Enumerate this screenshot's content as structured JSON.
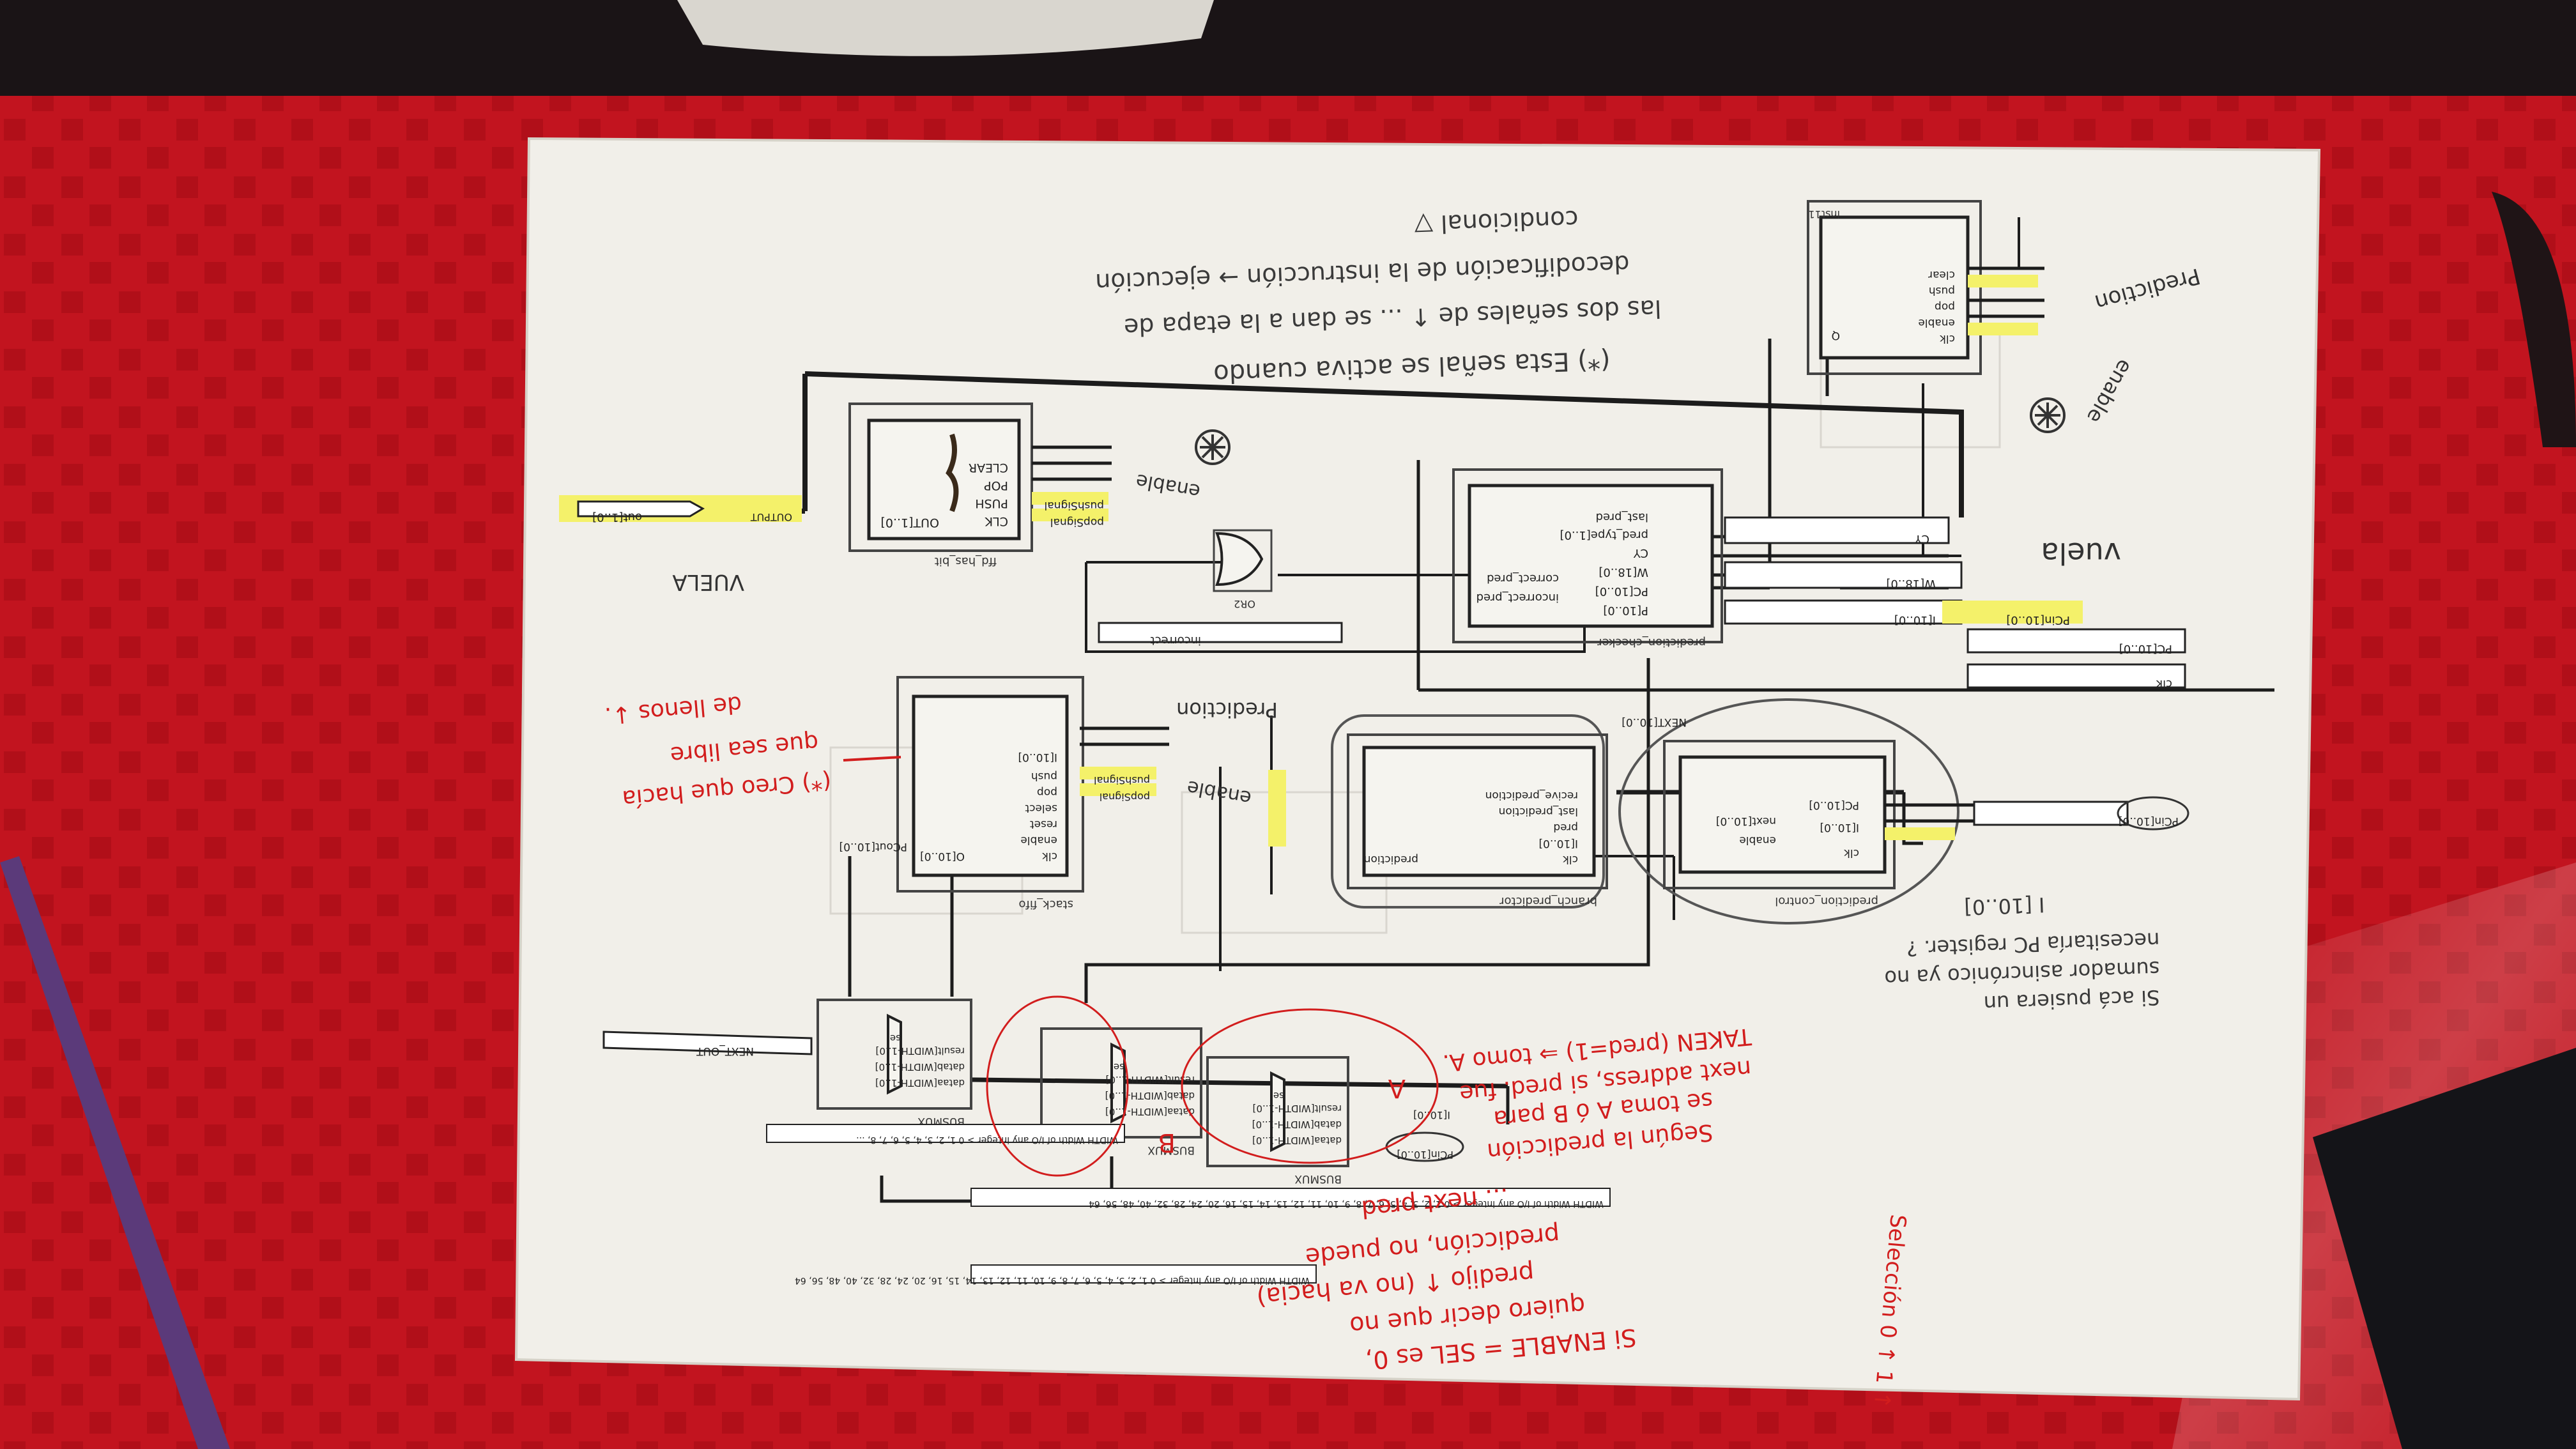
{
  "colors": {
    "tablecloth": "#c2141f",
    "tablecloth_dark": "#8e0a12",
    "paper": "#f1efe9",
    "wire": "#1c1c1c",
    "block_border": "#444444",
    "highlight": "#f4f16a",
    "red_ink": "#d21d1d",
    "pencil": "#3a3a3a"
  },
  "blocks": {
    "flip_flop": {
      "name": "ffd_has_bit",
      "ports": [
        "CLK",
        "PUSH",
        "POP",
        "CLEAR",
        "OUT[1..0]"
      ]
    },
    "prediction_checker": {
      "name": "prediction_checker",
      "ports": [
        "P[10..0]",
        "PC[10..0]",
        "W[18..0]",
        "CY",
        "pred_type[1..0]",
        "last_pred",
        "incorrect_pred",
        "correct_pred"
      ]
    },
    "branch_predictor": {
      "name": "branch_predictor",
      "ports": [
        "clk",
        "I[10..0]",
        "pred",
        "last_prediction",
        "recive_prediction",
        "prediction"
      ]
    },
    "stack_fifo": {
      "name": "stack_fifo",
      "ports": [
        "clk",
        "enable",
        "reset",
        "select",
        "pop",
        "push",
        "I[10..0]",
        "O[10..0]"
      ]
    },
    "prediction_control": {
      "name": "prediction_control",
      "ports": [
        "clk",
        "I[10..0]",
        "PC[10..0]",
        "enable",
        "next[10..0]"
      ]
    },
    "top_right": {
      "name": "inst11",
      "ports": [
        "clk",
        "enable",
        "pop",
        "push",
        "clear",
        "Q"
      ]
    },
    "or_gate": {
      "name": "OR2"
    }
  },
  "busmux": [
    {
      "name": "BUSMUX",
      "ports": [
        "dataa[WIDTH-1..0]",
        "datab[WIDTH-1..0]",
        "result[WIDTH-1..0]",
        "sel"
      ]
    },
    {
      "name": "BUSMUX",
      "ports": [
        "dataa[WIDTH-1..0]",
        "datab[WIDTH-1..0]",
        "result[WIDTH-1..0]",
        "sel"
      ]
    },
    {
      "name": "BUSMUX",
      "ports": [
        "dataa[WIDTH-1..0]",
        "datab[WIDTH-1..0]",
        "result[WIDTH-1..0]",
        "sel"
      ]
    }
  ],
  "params": [
    "WIDTH  Width of I/O  any integer > 0  1, 2, 3, 4, 5, 6, 7, 8, ...",
    "WIDTH  Width of I/O  any integer > 0  1, 2, 3, 4, 5, 6, 7, 8, 9, 10, 11, 12, 13, 14, 15, 16, 20, 24, 28, 32, 40, 48, 56, 64",
    "WIDTH  Width of I/O  any integer > 0  1, 2, 3, 4, 5, 6, 7, 8, 9, 10, 11, 12, 13, 14, 15, 16, 20, 24, 28, 32, 40, 48, 56, 64"
  ],
  "pins": {
    "output_top": "out[1..0]",
    "output_next": "NEXT_OUT",
    "input_pcin": "PCin[10..0]",
    "input_i": "I[10..0]",
    "input_w": "W[18..0]",
    "input_cy": "CY",
    "input_pc": "PC[10..0]",
    "input_clk": "clk",
    "incorrect": "incorrect",
    "pcin_mux": "PCin[10..0]",
    "i_mux": "I[10..0]",
    "pcout": "PCout[10..0]",
    "next": "NEXT[10..0]"
  },
  "highlight_labels": [
    "pushSignal",
    "popSignal",
    "pushSignal",
    "popSignal"
  ],
  "annotations": {
    "pencil_top_1": "(*) Esta señal se activa cuando",
    "pencil_top_2": "las dos señales de ↑ ... se dan a la etapa de",
    "pencil_top_3": "decodificación de la instrucción → ejecución",
    "pencil_top_4": "condicional ▽",
    "vuela_left": "VUELA",
    "vuela_right": "vuela",
    "enable_left": "enable",
    "enable_mid": "enable",
    "prediction": "Prediction",
    "pencil_right_1": "Si acá pusiera un",
    "pencil_right_2": "sumador asincrónico ya no",
    "pencil_right_3": "necesitaría PC register. ?",
    "pencil_right_4": "I [10..0]",
    "pencil_far_right": "Prediction",
    "red_note_1": "(*) Creo que hacía",
    "red_note_2": "que sea libre",
    "red_note_3": "de llenos ↓.",
    "red_bottom_1": "Si ENABLE = SEL es 0,",
    "red_bottom_2": "quiero decir que no",
    "red_bottom_3": "predijo ↑ (no va hacia)",
    "red_bottom_4": "predicción, no puede",
    "red_bottom_5": "... next pred",
    "red_bottom_6": "Según la predicción",
    "red_bottom_7": "se toma A ó B para",
    "red_bottom_8": "next address, si pred. fue",
    "red_bottom_9": "TAKEN (pred=1) ⇒ tomo A.",
    "red_A": "A",
    "red_B": "B",
    "selection": "Selección 0 ↑ 1 ↑"
  }
}
